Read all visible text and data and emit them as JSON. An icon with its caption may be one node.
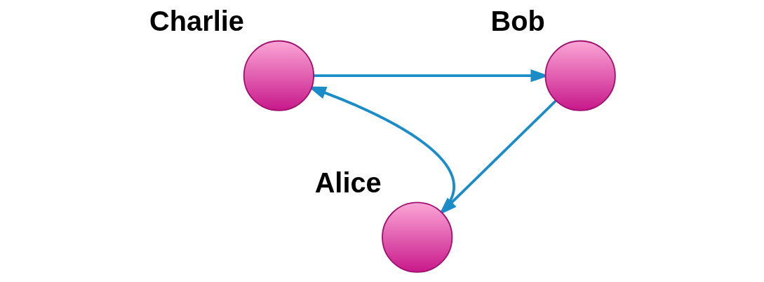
{
  "diagram": {
    "nodes": [
      {
        "text": [],
        "shape": "circle",
        "beside": [
          "Charlie"
        ]
      },
      {
        "text": [],
        "shape": "circle",
        "beside": [
          "Bob"
        ]
      },
      {
        "text": [],
        "shape": "circle",
        "beside": [
          "Alice"
        ]
      }
    ],
    "edges": [
      {
        "from": 0,
        "to": 1,
        "arrow": "to"
      },
      {
        "from": 1,
        "to": 2,
        "arrow": "to"
      },
      {
        "from": 2,
        "to": 0,
        "arrow": "to"
      }
    ]
  }
}
